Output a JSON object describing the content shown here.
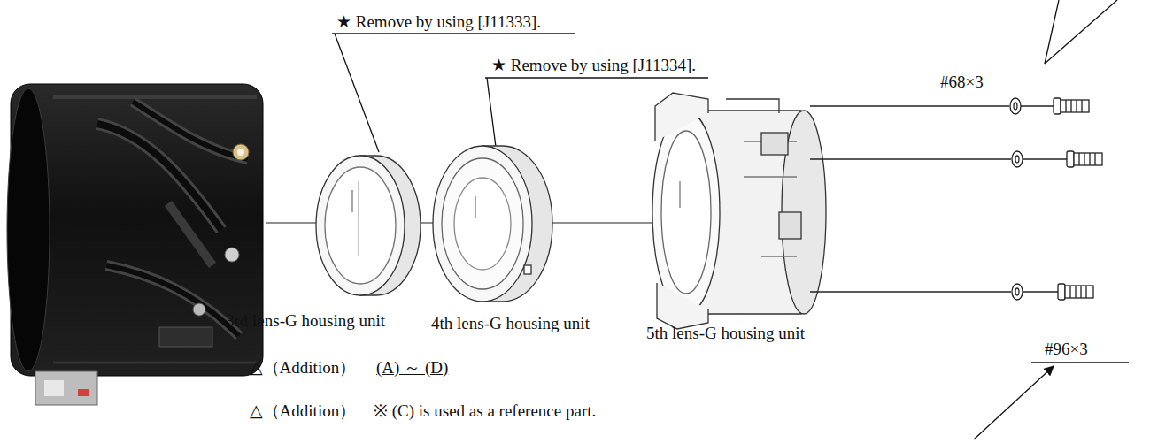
{
  "diagram": {
    "labels": [
      "★ Remove by using [J11333].",
      "★ Remove by using [J11334].",
      "#68×3",
      "3rd lens-G housing unit",
      "4th lens-G housing unit",
      "5th lens-G housing unit",
      "△（Addition）",
      "(A) ～ (D)",
      "#96×3",
      "△（Addition）",
      "※ (C) is used as a reference part."
    ]
  }
}
